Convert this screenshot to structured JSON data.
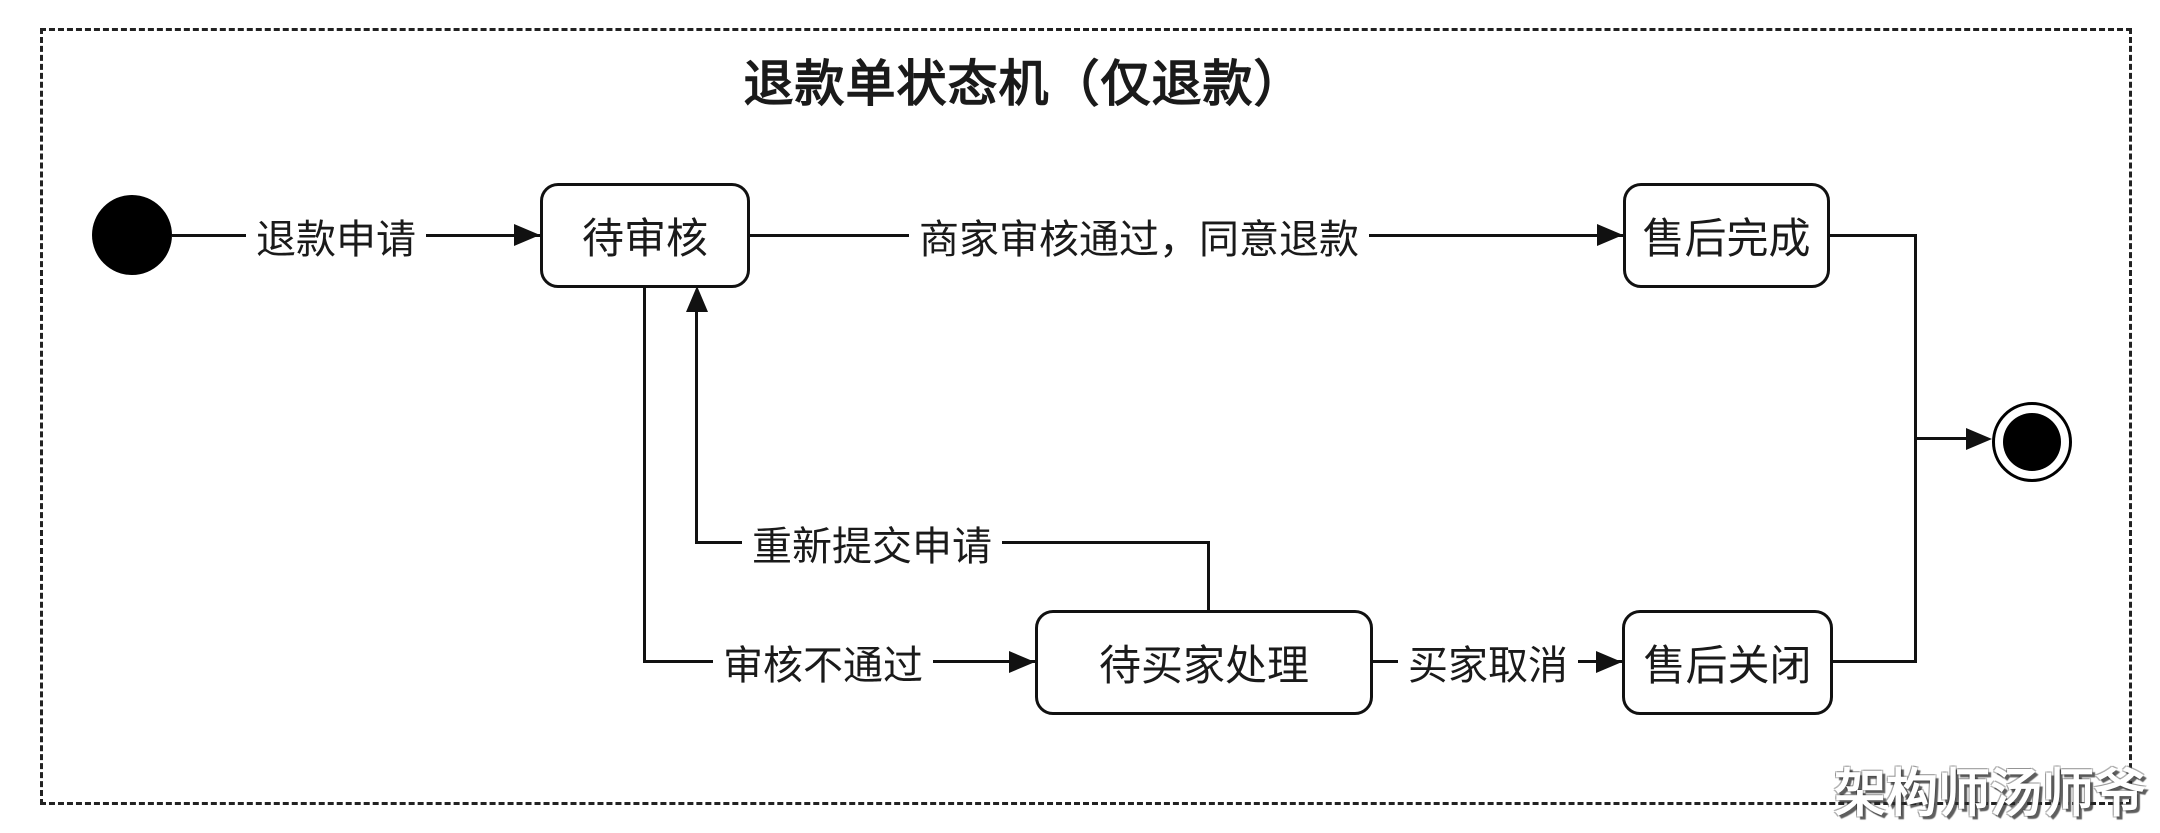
{
  "diagram": {
    "title": "退款单状态机（仅退款）",
    "type": "uml-state-machine",
    "states": {
      "initial": {
        "type": "initial",
        "label": ""
      },
      "pending_review": {
        "label": "待审核"
      },
      "after_sales_complete": {
        "label": "售后完成"
      },
      "pending_buyer": {
        "label": "待买家处理"
      },
      "after_sales_closed": {
        "label": "售后关闭"
      },
      "final": {
        "type": "final",
        "label": ""
      }
    },
    "transitions": [
      {
        "from": "initial",
        "to": "pending_review",
        "label": "退款申请"
      },
      {
        "from": "pending_review",
        "to": "after_sales_complete",
        "label": "商家审核通过，同意退款"
      },
      {
        "from": "pending_review",
        "to": "pending_buyer",
        "label": "审核不通过"
      },
      {
        "from": "pending_buyer",
        "to": "pending_review",
        "label": "重新提交申请"
      },
      {
        "from": "pending_buyer",
        "to": "after_sales_closed",
        "label": "买家取消"
      },
      {
        "from": "after_sales_complete",
        "to": "final",
        "label": ""
      },
      {
        "from": "after_sales_closed",
        "to": "final",
        "label": ""
      }
    ],
    "watermark": "架构师汤师爷",
    "colors": {
      "line": "#111111",
      "background": "#ffffff",
      "border_dash": "#222222"
    }
  }
}
